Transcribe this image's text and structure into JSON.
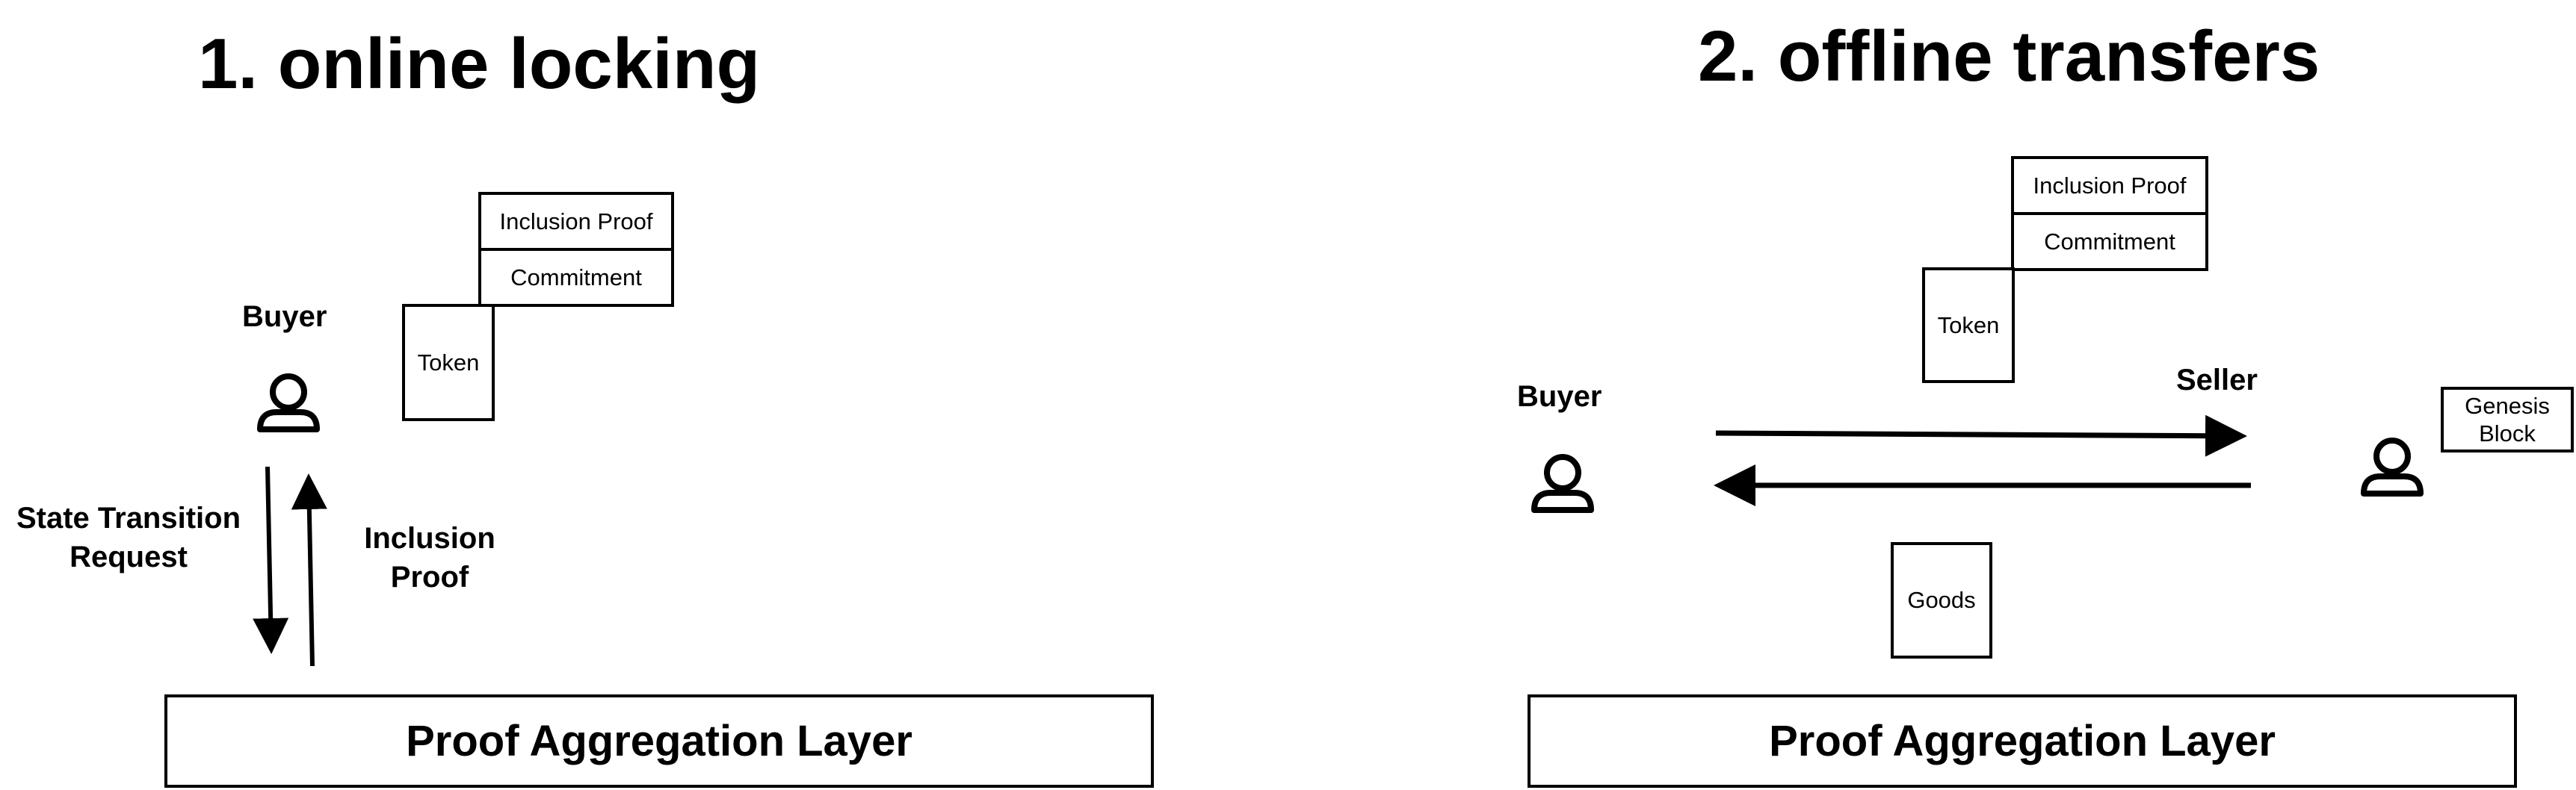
{
  "panel1": {
    "title": "1. online locking",
    "buyer_label": "Buyer",
    "token": "Token",
    "commitment": "Commitment",
    "inclusion_proof_box": "Inclusion Proof",
    "request_label": [
      "State Transition",
      "Request"
    ],
    "proof_label": [
      "Inclusion",
      "Proof"
    ],
    "layer": "Proof Aggregation Layer"
  },
  "panel2": {
    "title": "2. offline transfers",
    "buyer_label": "Buyer",
    "seller_label": "Seller",
    "token": "Token",
    "commitment": "Commitment",
    "inclusion_proof_box": "Inclusion Proof",
    "genesis_block": [
      "Genesis",
      "Block"
    ],
    "goods": "Goods",
    "layer": "Proof Aggregation Layer"
  },
  "colors": {
    "stroke": "#000000",
    "background": "#ffffff"
  },
  "icons": [
    "person-icon"
  ]
}
